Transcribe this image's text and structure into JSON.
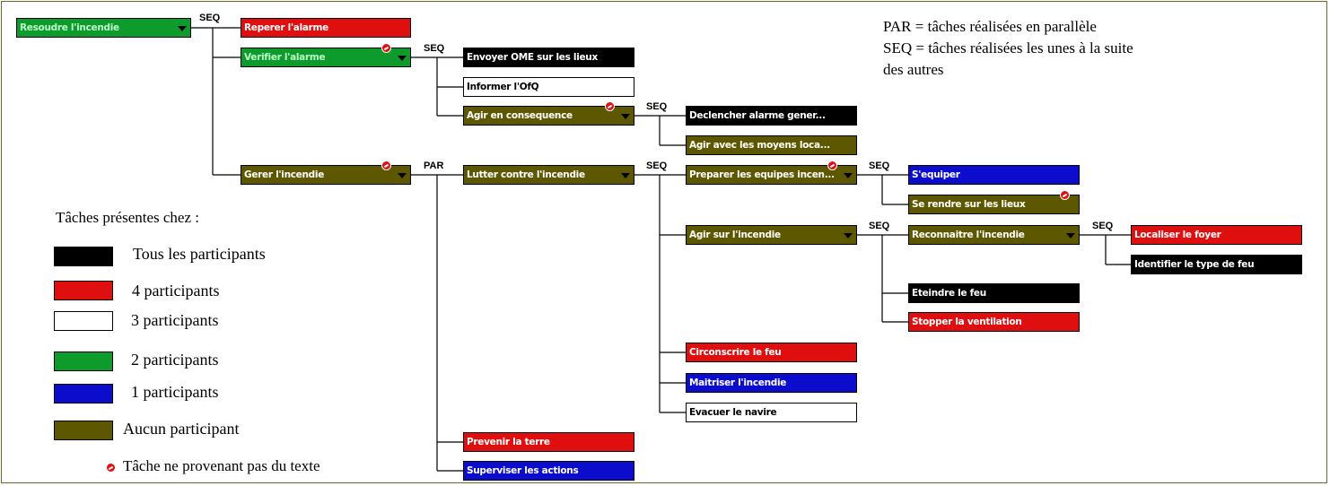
{
  "notes": {
    "par": "PAR = tâches réalisées en parallèle",
    "seq_line1": "SEQ = tâches réalisées les unes à la suite",
    "seq_line2": "des autres"
  },
  "colors": {
    "black": "#000000",
    "red": "#e00f0f",
    "white": "#ffffff",
    "green": "#0f9a2c",
    "blue": "#0c0ccc",
    "olive": "#5d5800"
  },
  "legend": {
    "title": "Tâches présentes chez :",
    "items": [
      {
        "color": "black",
        "label": "Tous les participants"
      },
      {
        "color": "red",
        "label": "4 participants"
      },
      {
        "color": "white",
        "label": "3 participants"
      },
      {
        "color": "green",
        "label": "2 participants"
      },
      {
        "color": "blue",
        "label": "1 participants"
      },
      {
        "color": "olive",
        "label": "Aucun participant"
      }
    ],
    "not_from_text_icon": "not-from-text-icon",
    "not_from_text_label": "Tâche ne provenant pas du texte"
  },
  "operators": {
    "seq": "SEQ",
    "par": "PAR"
  },
  "tasks": {
    "resoudre": {
      "label": "Resoudre l'incendie",
      "color": "green",
      "expandable": true,
      "not_from_text": false
    },
    "reperer": {
      "label": "Reperer l'alarme",
      "color": "red",
      "expandable": false,
      "not_from_text": false
    },
    "verifier": {
      "label": "Verifier l'alarme",
      "color": "green",
      "expandable": true,
      "not_from_text": true
    },
    "envoyer": {
      "label": "Envoyer OME sur les lieux",
      "color": "black",
      "expandable": false,
      "not_from_text": false
    },
    "informer": {
      "label": "Informer l'OfQ",
      "color": "white",
      "expandable": false,
      "not_from_text": false
    },
    "agir_consequence": {
      "label": "Agir en consequence",
      "color": "olive",
      "expandable": true,
      "not_from_text": true
    },
    "declencher": {
      "label": "Declencher alarme gener...",
      "color": "black",
      "expandable": false,
      "not_from_text": false
    },
    "agir_moyens": {
      "label": "Agir avec les moyens loca...",
      "color": "olive",
      "expandable": false,
      "not_from_text": false
    },
    "gerer": {
      "label": "Gerer l'incendie",
      "color": "olive",
      "expandable": true,
      "not_from_text": true
    },
    "lutter": {
      "label": "Lutter contre l'incendie",
      "color": "olive",
      "expandable": true,
      "not_from_text": false
    },
    "preparer": {
      "label": "Preparer les equipes incen...",
      "color": "olive",
      "expandable": true,
      "not_from_text": true
    },
    "sequiper": {
      "label": "S'equiper",
      "color": "blue",
      "expandable": false,
      "not_from_text": false
    },
    "se_rendre": {
      "label": "Se rendre sur les lieux",
      "color": "olive",
      "expandable": false,
      "not_from_text": true
    },
    "agir_incendie": {
      "label": "Agir sur l'incendie",
      "color": "olive",
      "expandable": true,
      "not_from_text": false
    },
    "reconnaitre": {
      "label": "Reconnaitre l'incendie",
      "color": "olive",
      "expandable": true,
      "not_from_text": false
    },
    "localiser": {
      "label": "Localiser le foyer",
      "color": "red",
      "expandable": false,
      "not_from_text": false
    },
    "identifier": {
      "label": "Identifier le type de feu",
      "color": "black",
      "expandable": false,
      "not_from_text": false
    },
    "eteindre": {
      "label": "Eteindre le feu",
      "color": "black",
      "expandable": false,
      "not_from_text": false
    },
    "stopper": {
      "label": "Stopper la ventilation",
      "color": "red",
      "expandable": false,
      "not_from_text": false
    },
    "circonscrire": {
      "label": "Circonscrire le feu",
      "color": "red",
      "expandable": false,
      "not_from_text": false
    },
    "maitriser": {
      "label": "Maitriser l'incendie",
      "color": "blue",
      "expandable": false,
      "not_from_text": false
    },
    "evacuer": {
      "label": "Evacuer le navire",
      "color": "white",
      "expandable": false,
      "not_from_text": false
    },
    "prevenir": {
      "label": "Prevenir la terre",
      "color": "red",
      "expandable": false,
      "not_from_text": false
    },
    "superviser": {
      "label": "Superviser les actions",
      "color": "blue",
      "expandable": false,
      "not_from_text": false
    }
  }
}
